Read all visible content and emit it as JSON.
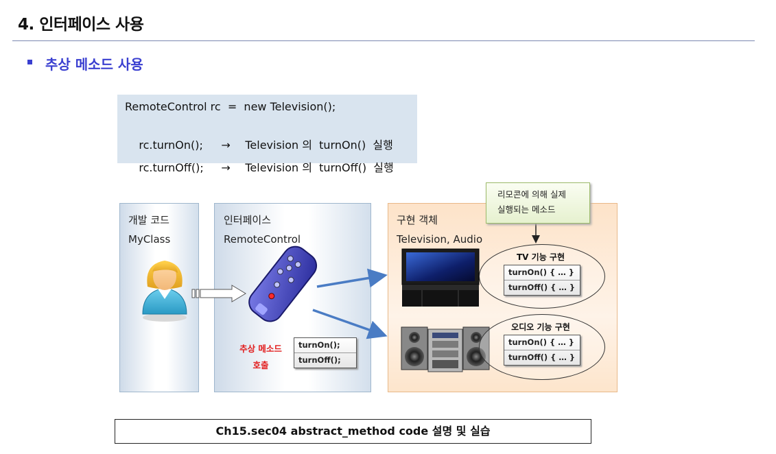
{
  "header": {
    "title": "4. 인터페이스 사용",
    "section": "추상 메소드 사용"
  },
  "code": {
    "line1": "RemoteControl rc  =  new Television();",
    "line2_left": "rc.turnOn();",
    "line2_arrow": "→",
    "line2_right": "Television 의  turnOn()  실행",
    "line3_left": "rc.turnOff();",
    "line3_arrow": "→",
    "line3_right": "Television 의  turnOff()  실행"
  },
  "panels": {
    "dev": {
      "title": "개발 코드",
      "subtitle": "MyClass"
    },
    "interface": {
      "title": "인터페이스",
      "subtitle": "RemoteControl"
    },
    "impl": {
      "title": "구현 객체",
      "subtitle": "Television, Audio"
    }
  },
  "callout": {
    "line1": "리모콘에 의해 실제",
    "line2": "실행되는 메소드"
  },
  "call_label": {
    "line1": "추상  메소드",
    "line2": "호출"
  },
  "interface_methods": [
    "turnOn();",
    "turnOff();"
  ],
  "tv": {
    "title": "TV  기능  구현",
    "methods": [
      "turnOn() { … }",
      "turnOff() { … }"
    ]
  },
  "audio": {
    "title": "오디오  기능  구현",
    "methods": [
      "turnOn() { … }",
      "turnOff() { … }"
    ]
  },
  "footer": {
    "text": "Ch15.sec04 abstract_method code 설명 및 실습"
  },
  "colors": {
    "accent": "#3a3fd0",
    "call_label": "#e21d1d",
    "arrow": "#4a7cc4",
    "code_bg": "#d9e4ef"
  }
}
